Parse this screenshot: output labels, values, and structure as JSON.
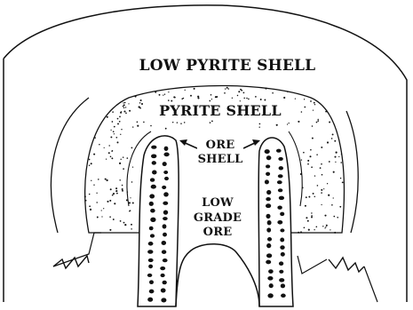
{
  "diagram": {
    "labels": {
      "low_pyrite_shell": "LOW PYRITE SHELL",
      "pyrite_shell": "PYRITE SHELL",
      "ore_shell_line1": "ORE",
      "ore_shell_line2": "SHELL",
      "low_grade_ore_line1": "LOW",
      "low_grade_ore_line2": "GRADE",
      "low_grade_ore_line3": "ORE"
    },
    "colors": {
      "ink": "#111111",
      "paper": "#ffffff"
    }
  }
}
